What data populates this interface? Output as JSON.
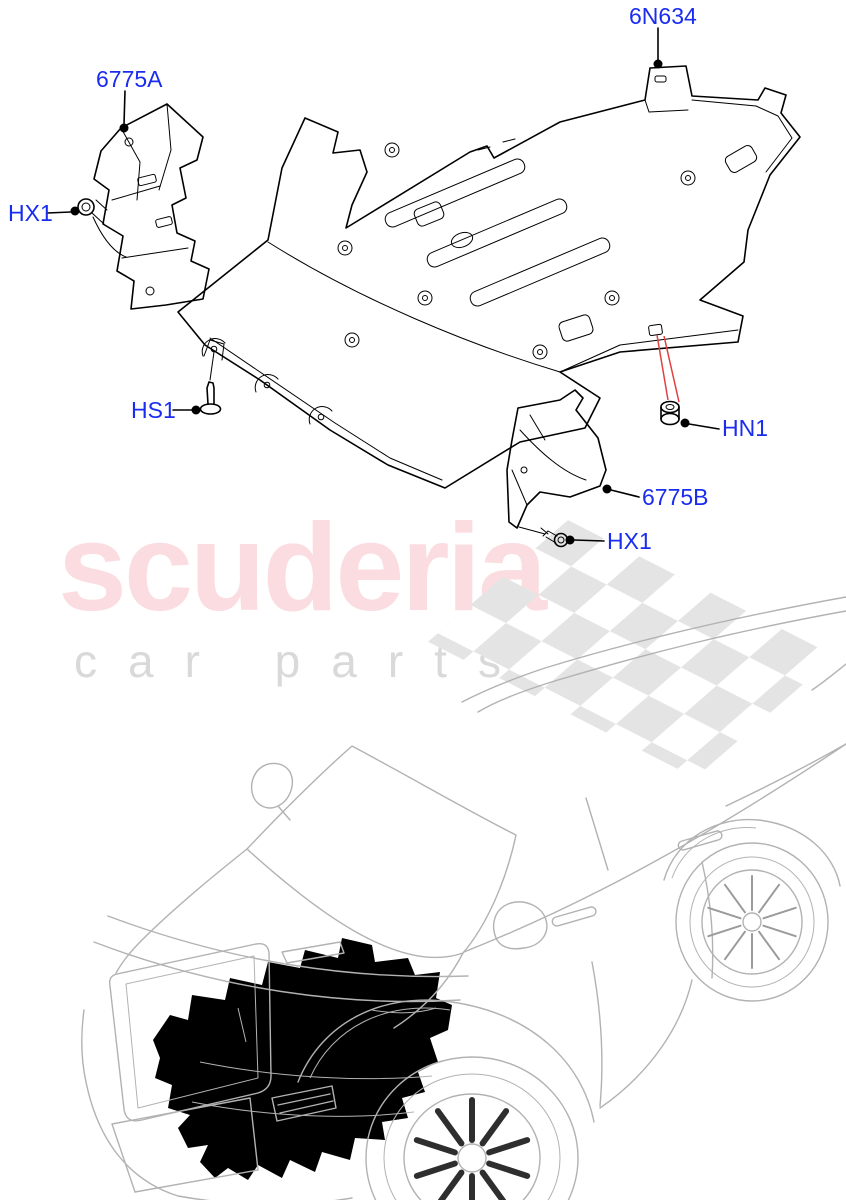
{
  "diagram": {
    "callouts": [
      {
        "code": "6775A"
      },
      {
        "code": "6N634"
      },
      {
        "code": "HX1"
      },
      {
        "code": "HS1"
      },
      {
        "code": "HN1"
      },
      {
        "code": "6775B"
      },
      {
        "code": "HX1"
      }
    ],
    "colors": {
      "callout_text": "#1a2cf0",
      "line_art": "#000000",
      "red_leader": "#e04040"
    }
  },
  "watermark": {
    "brand": "scuderia",
    "tagline": "car parts",
    "brand_color": "#fbdde1",
    "tagline_color": "#d9d9d9",
    "checker_color": "#e4e4e4"
  },
  "vehicle": {
    "line_color": "#b2b2b2",
    "highlight_color": "#000000"
  }
}
